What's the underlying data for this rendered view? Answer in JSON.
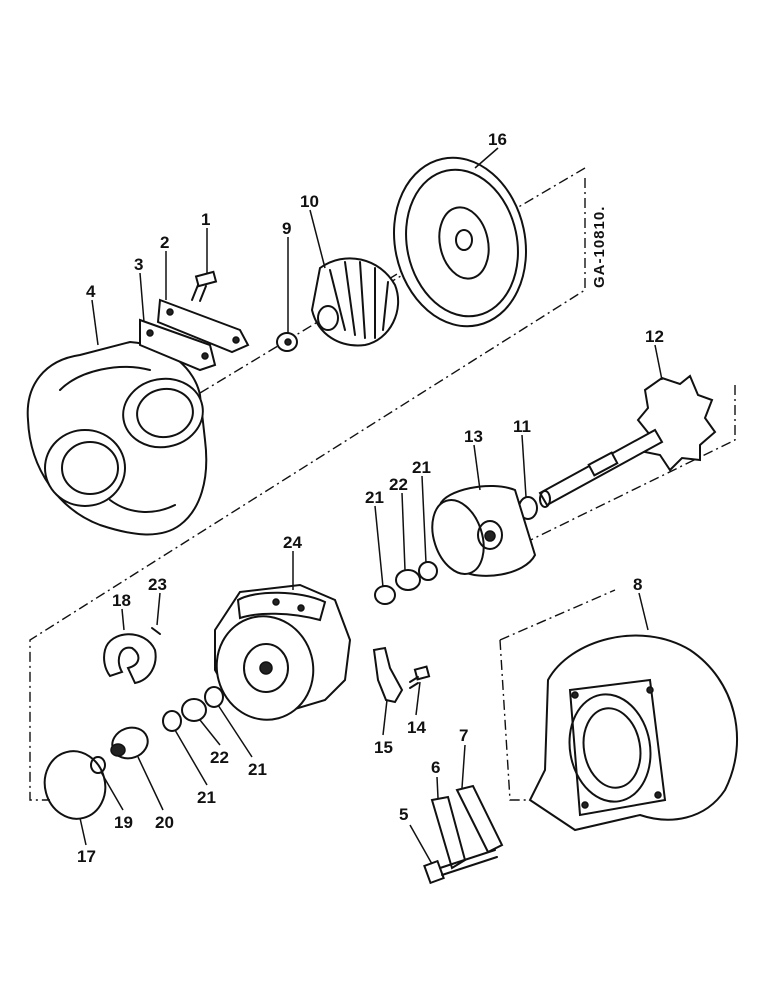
{
  "drawing_ref": "GA-10810.",
  "callouts": {
    "c1": "1",
    "c2": "2",
    "c3": "3",
    "c4": "4",
    "c5": "5",
    "c6": "6",
    "c7": "7",
    "c8": "8",
    "c9": "9",
    "c10": "10",
    "c11": "11",
    "c12": "12",
    "c13": "13",
    "c14": "14",
    "c15": "15",
    "c16": "16",
    "c17": "17",
    "c18": "18",
    "c19": "19",
    "c20": "20",
    "c21a": "21",
    "c21b": "21",
    "c21c": "21",
    "c21d": "21",
    "c22a": "22",
    "c22b": "22",
    "c23": "23",
    "c24": "24"
  }
}
